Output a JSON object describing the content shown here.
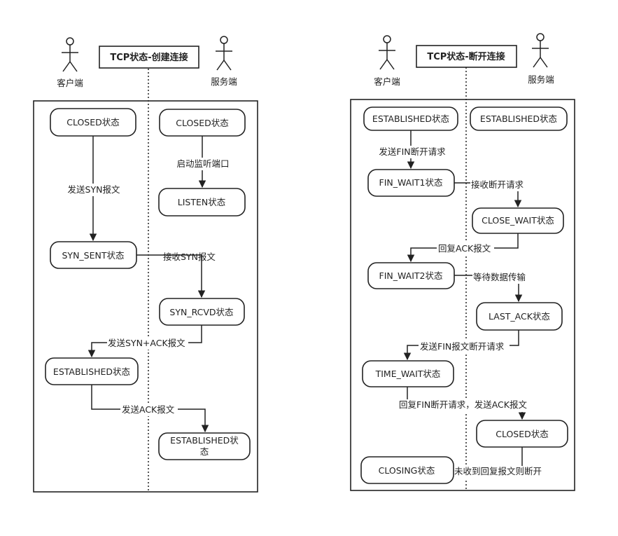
{
  "connect": {
    "title": "TCP状态-创建连接",
    "client_label": "客户端",
    "server_label": "服务端",
    "states": {
      "client_closed": "CLOSED状态",
      "server_closed": "CLOSED状态",
      "listen": "LISTEN状态",
      "syn_sent": "SYN_SENT状态",
      "syn_rcvd": "SYN_RCVD状态",
      "client_established": "ESTABLISHED状态",
      "server_established_line1": "ESTABLISHED状",
      "server_established_line2": "态"
    },
    "edges": {
      "listen_port": "启动监听端口",
      "send_syn": "发送SYN报文",
      "recv_syn": "接收SYN报文",
      "send_syn_ack": "发送SYN+ACK报文",
      "send_ack": "发送ACK报文"
    }
  },
  "disconnect": {
    "title": "TCP状态-断开连接",
    "client_label": "客户端",
    "server_label": "服务端",
    "states": {
      "client_established": "ESTABLISHED状态",
      "server_established": "ESTABLISHED状态",
      "fin_wait1": "FIN_WAIT1状态",
      "close_wait": "CLOSE_WAIT状态",
      "fin_wait2": "FIN_WAIT2状态",
      "last_ack": "LAST_ACK状态",
      "time_wait": "TIME_WAIT状态",
      "server_closed": "CLOSED状态",
      "closing": "CLOSING状态"
    },
    "edges": {
      "send_fin": "发送FIN断开请求",
      "recv_close": "接收断开请求",
      "reply_ack": "回复ACK报文",
      "wait_data": "等待数据传输",
      "send_fin_close": "发送FIN报文断开请求",
      "reply_fin_ack": "回复FIN断开请求，发送ACK报文",
      "no_reply_close": "未收到回复报文则断开"
    }
  }
}
